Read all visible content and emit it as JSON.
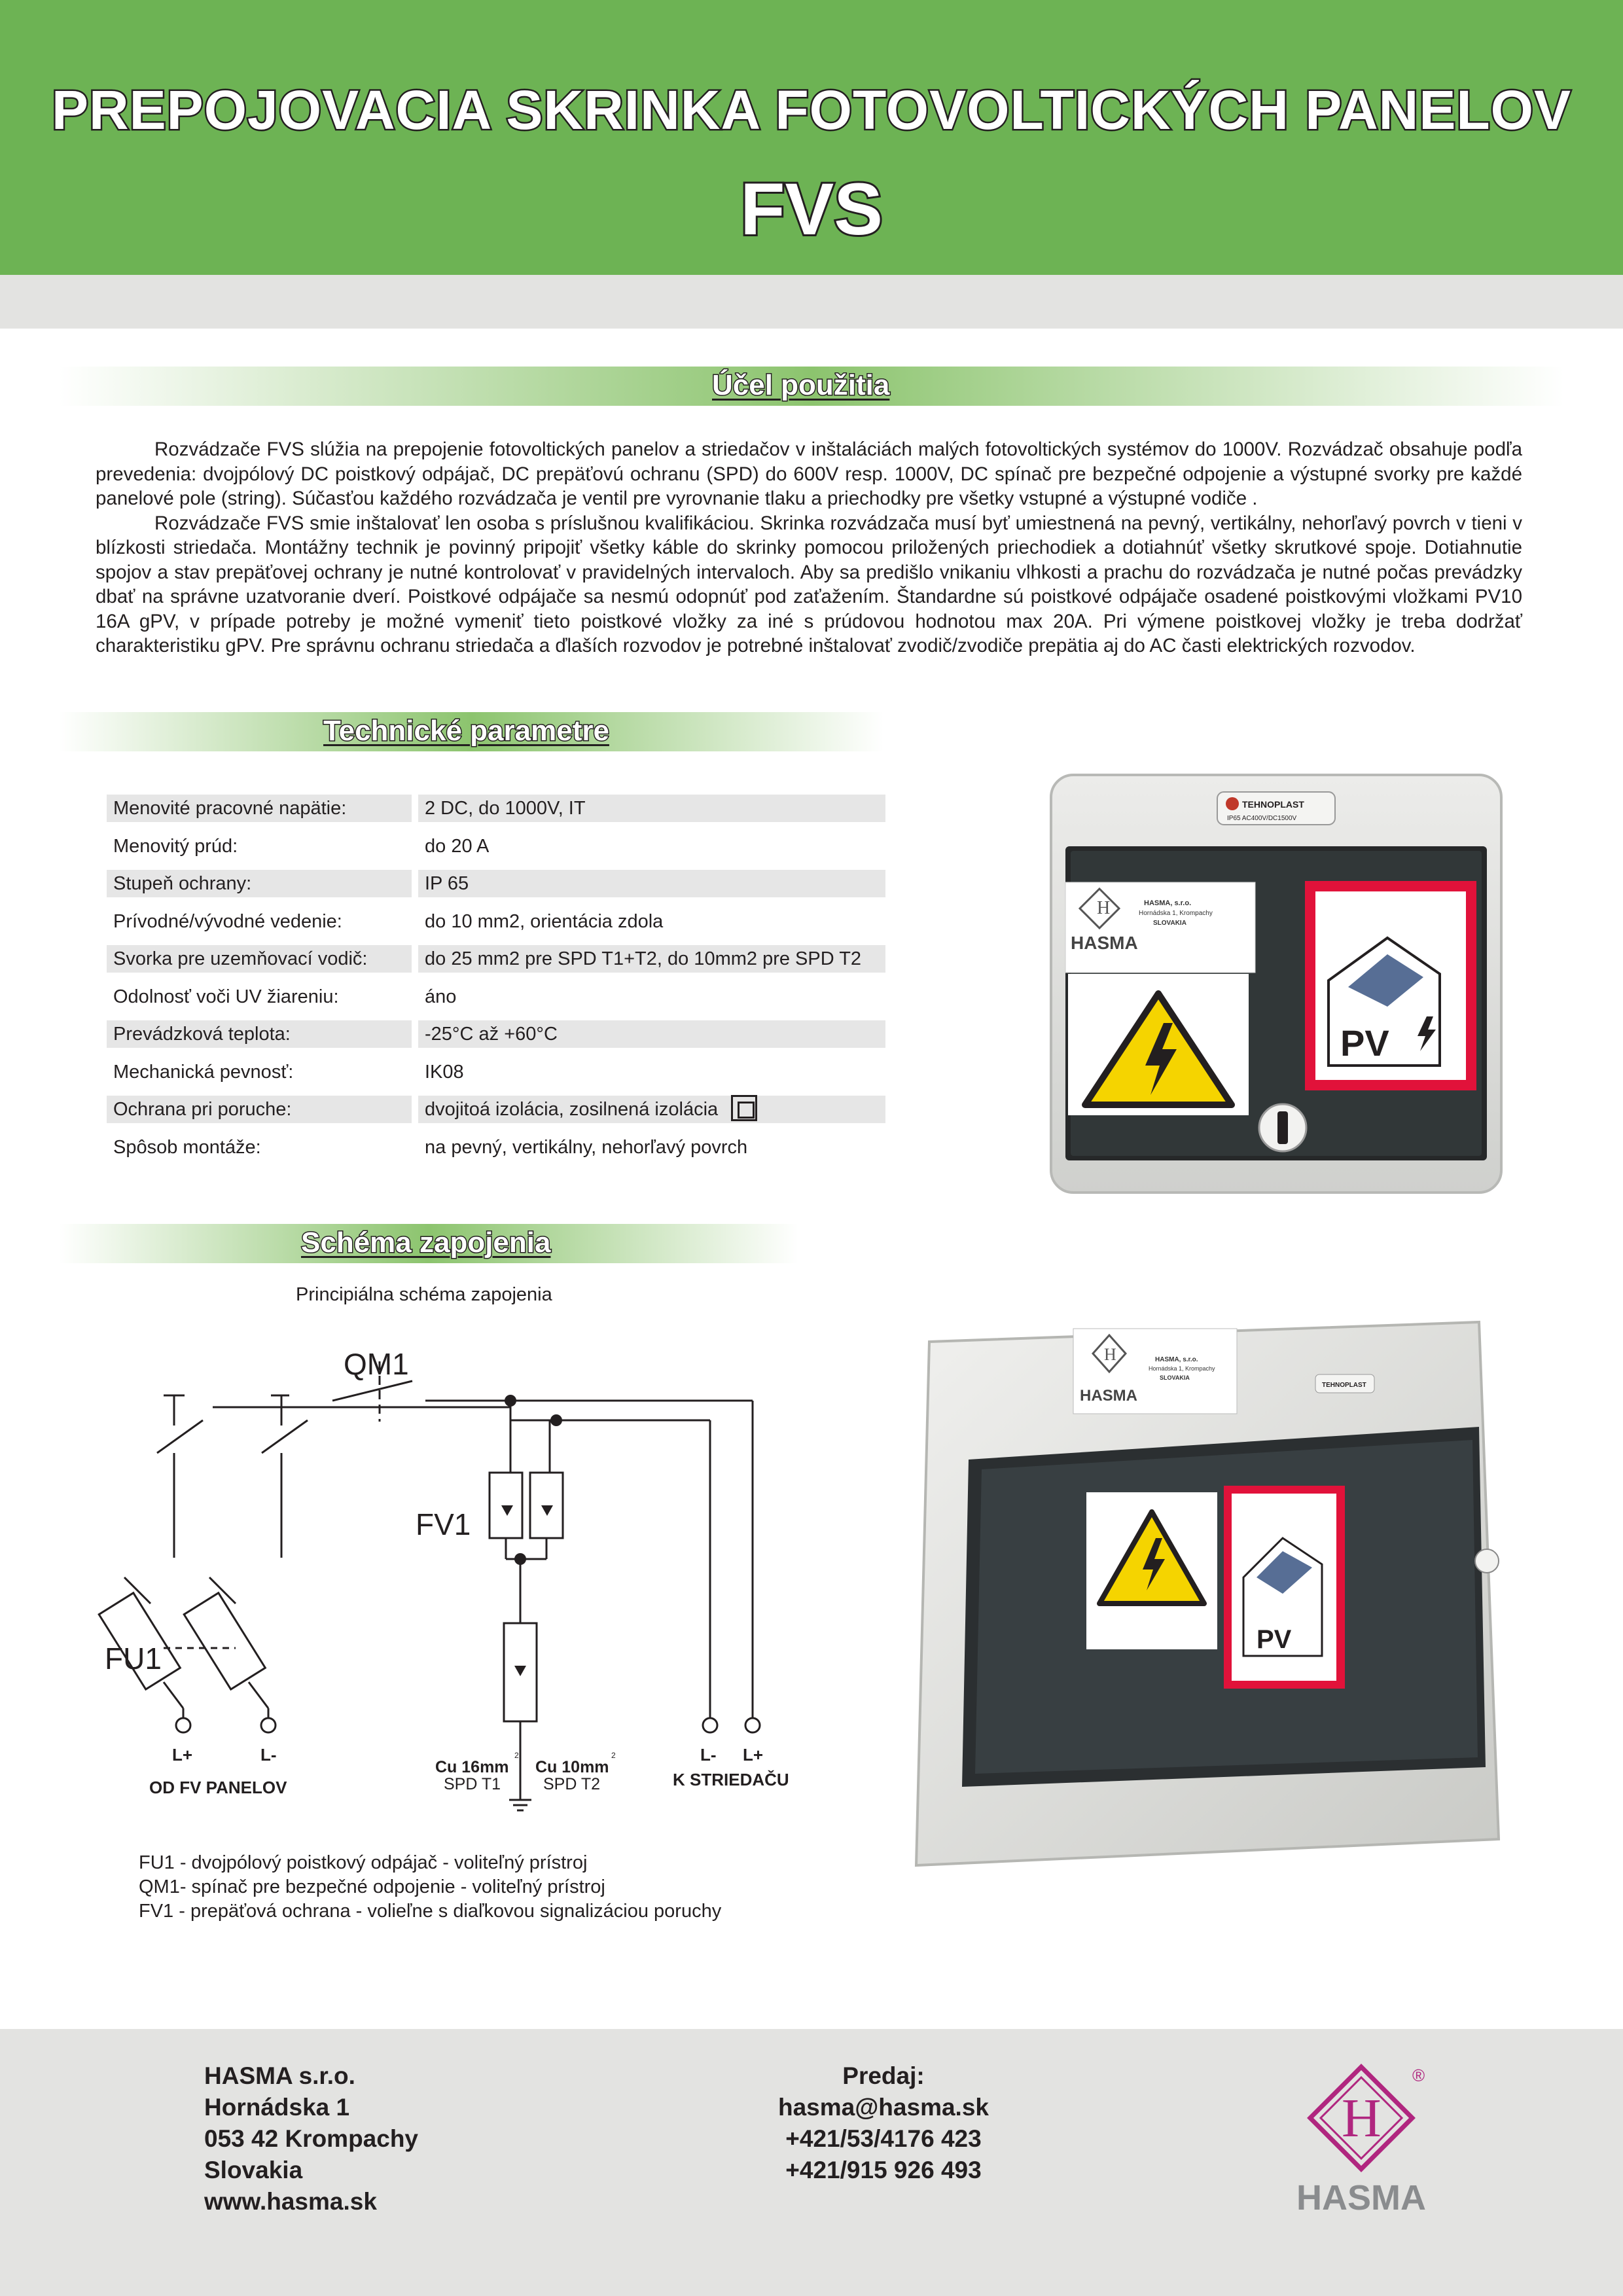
{
  "header": {
    "title_line1": "PREPOJOVACIA SKRINKA FOTOVOLTICKÝCH PANELOV",
    "title_line2": "FVS"
  },
  "section_usage": {
    "heading": "Účel použitia",
    "paragraphs": [
      "Rozvádzače FVS slúžia na prepojenie fotovoltických panelov a striedačov v inštaláciách malých fotovoltických systémov do 1000V. Rozvádzač obsahuje podľa prevedenia: dvojpólový DC poistkový odpájač, DC prepäťovú ochranu (SPD) do 600V resp. 1000V, DC spínač pre bezpečné odpojenie a výstupné svorky pre každé panelové pole (string). Súčasťou každého rozvádzača je ventil pre vyrovnanie tlaku a priechodky pre všetky vstupné a výstupné vodiče .",
      "Rozvádzače FVS smie inštalovať len osoba s príslušnou kvalifikáciou. Skrinka rozvádzača musí byť umiestnená na pevný, vertikálny, nehorľavý povrch v tieni v blízkosti striedača. Montážny technik je povinný pripojiť všetky káble do skrinky pomocou priložených priechodiek a dotiahnúť všetky skrutkové spoje. Dotiahnutie spojov a stav prepäťovej ochrany je nutné kontrolovať v pravidelných intervaloch. Aby sa predišlo vnikaniu vlhkosti a prachu do rozvádzača je nutné počas prevádzky dbať na správne uzatvoranie dverí. Poistkové odpájače sa nesmú odopnúť pod zaťažením. Štandardne sú poistkové odpájače osadené poistkovými vložkami PV10 16A gPV, v prípade potreby je možné vymeniť tieto poistkové vložky za iné s prúdovou hodnotou max 20A.  Pri výmene poistkovej vložky je treba dodržať charakteristiku gPV. Pre správnu ochranu striedača a ďlaších rozvodov je potrebné inštalovať zvodič/zvodiče prepätia aj do AC časti elektrických rozvodov."
    ]
  },
  "section_params": {
    "heading": "Technické parametre",
    "rows": [
      {
        "label": "Menovité pracovné napätie:",
        "value": "2 DC, do 1000V, IT"
      },
      {
        "label": "Menovitý prúd:",
        "value": "do 20 A"
      },
      {
        "label": "Stupeň ochrany:",
        "value": "IP 65"
      },
      {
        "label": "Prívodné/vývodné vedenie:",
        "value": "do 10 mm2, orientácia zdola"
      },
      {
        "label": "Svorka pre uzemňovací vodič:",
        "value": "do 25 mm2 pre SPD T1+T2, do 10mm2 pre SPD T2"
      },
      {
        "label": "Odolnosť voči UV žiareniu:",
        "value": "áno"
      },
      {
        "label": "Prevádzková teplota:",
        "value": "-25°C až +60°C"
      },
      {
        "label": "Mechanická pevnosť:",
        "value": "IK08"
      },
      {
        "label": "Ochrana pri poruche:",
        "value": "dvojitoá izolácia, zosilnená izolácia"
      },
      {
        "label": "Spôsob montáže:",
        "value": "na pevný, vertikálny, nehorľavý povrch"
      }
    ]
  },
  "photo_labels": {
    "tehnoplast": "TEHNOPLAST",
    "ip_rating": "IP65 AC400V/DC1500V",
    "hasma_brand": "HASMA",
    "hasma_sticker_line1": "HASMA, s.r.o.",
    "hasma_sticker_line2": "Hornádska 1, Krompachy",
    "hasma_sticker_line3": "SLOVAKIA",
    "pv_label": "PV"
  },
  "section_schema": {
    "heading": "Schéma zapojenia",
    "subtitle": "Principiálna schéma zapojenia",
    "labels": {
      "qm1": "QM1",
      "fv1": "FV1",
      "fu1": "FU1",
      "lplus_left": "L+",
      "lminus_left": "L-",
      "from_panels": "OD FV PANELOV",
      "cu16": "Cu 16mm",
      "spd_t1": "SPD T1",
      "cu10": "Cu 10mm",
      "spd_t2": "SPD T2",
      "sup2": "2",
      "lminus_right": "L-",
      "lplus_right": "L+",
      "to_inverter": "K STRIEDAČU"
    },
    "legend": [
      "FU1 - dvojpólový poistkový odpájač - voliteľný prístroj",
      "QM1- spínač pre bezpečné odpojenie - voliteľný prístroj",
      "FV1 - prepäťová ochrana - volieľne s diaľkovou signalizáciou poruchy"
    ]
  },
  "footer": {
    "address": [
      "HASMA s.r.o.",
      "Hornádska 1",
      "053 42 Krompachy",
      "Slovakia",
      "www.hasma.sk"
    ],
    "contact": [
      "Predaj:",
      "hasma@hasma.sk",
      "+421/53/4176 423",
      "+421/915 926 493"
    ],
    "logo_text": "HASMA",
    "registered": "®"
  },
  "colors": {
    "header_green": "#6db354",
    "band_gray": "#e3e3e1",
    "table_shade": "#e6e6e6",
    "logo_purple": "#b0267f",
    "logo_gray": "#8a8c8e"
  }
}
